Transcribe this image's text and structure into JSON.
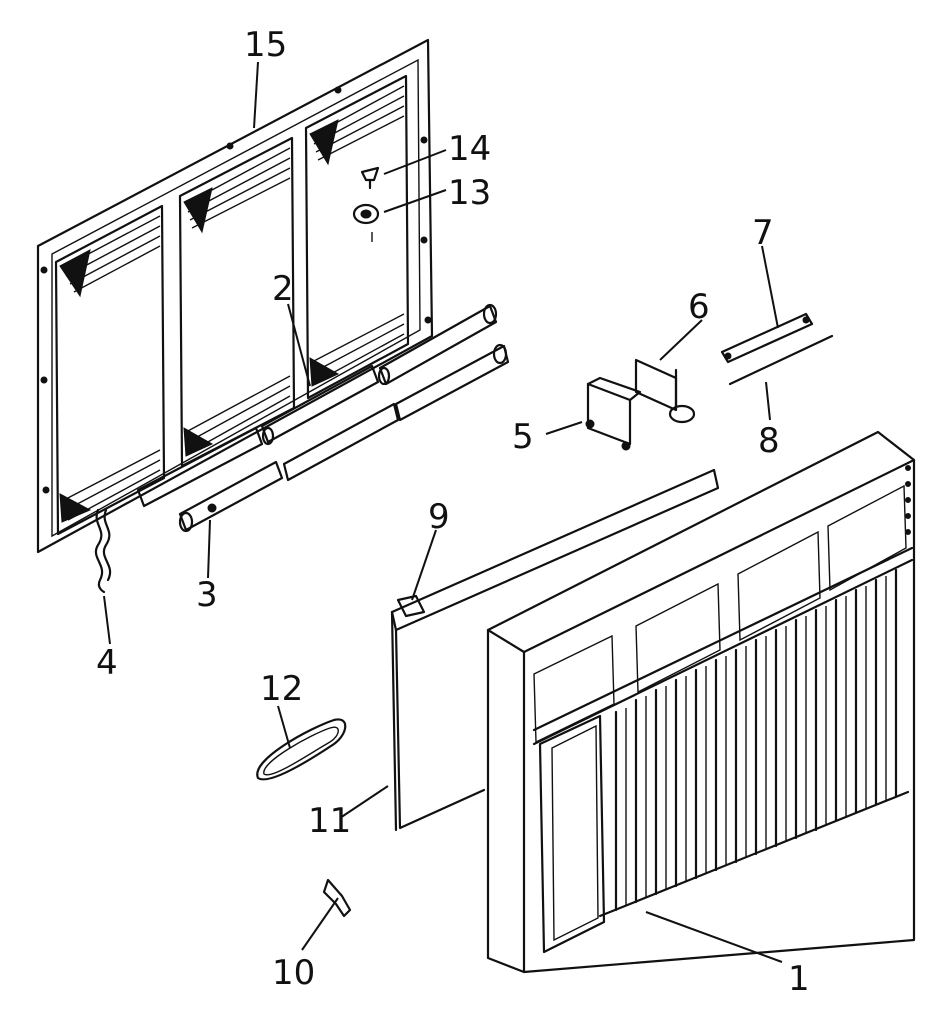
{
  "callouts": [
    {
      "id": "p1",
      "label": "1"
    },
    {
      "id": "p2",
      "label": "2"
    },
    {
      "id": "p3",
      "label": "3"
    },
    {
      "id": "p4",
      "label": "4"
    },
    {
      "id": "p5",
      "label": "5"
    },
    {
      "id": "p6",
      "label": "6"
    },
    {
      "id": "p7",
      "label": "7"
    },
    {
      "id": "p8",
      "label": "8"
    },
    {
      "id": "p9",
      "label": "9"
    },
    {
      "id": "p10",
      "label": "10"
    },
    {
      "id": "p11",
      "label": "11"
    },
    {
      "id": "p12",
      "label": "12"
    },
    {
      "id": "p13",
      "label": "13"
    },
    {
      "id": "p14",
      "label": "14"
    },
    {
      "id": "p15",
      "label": "15"
    }
  ]
}
